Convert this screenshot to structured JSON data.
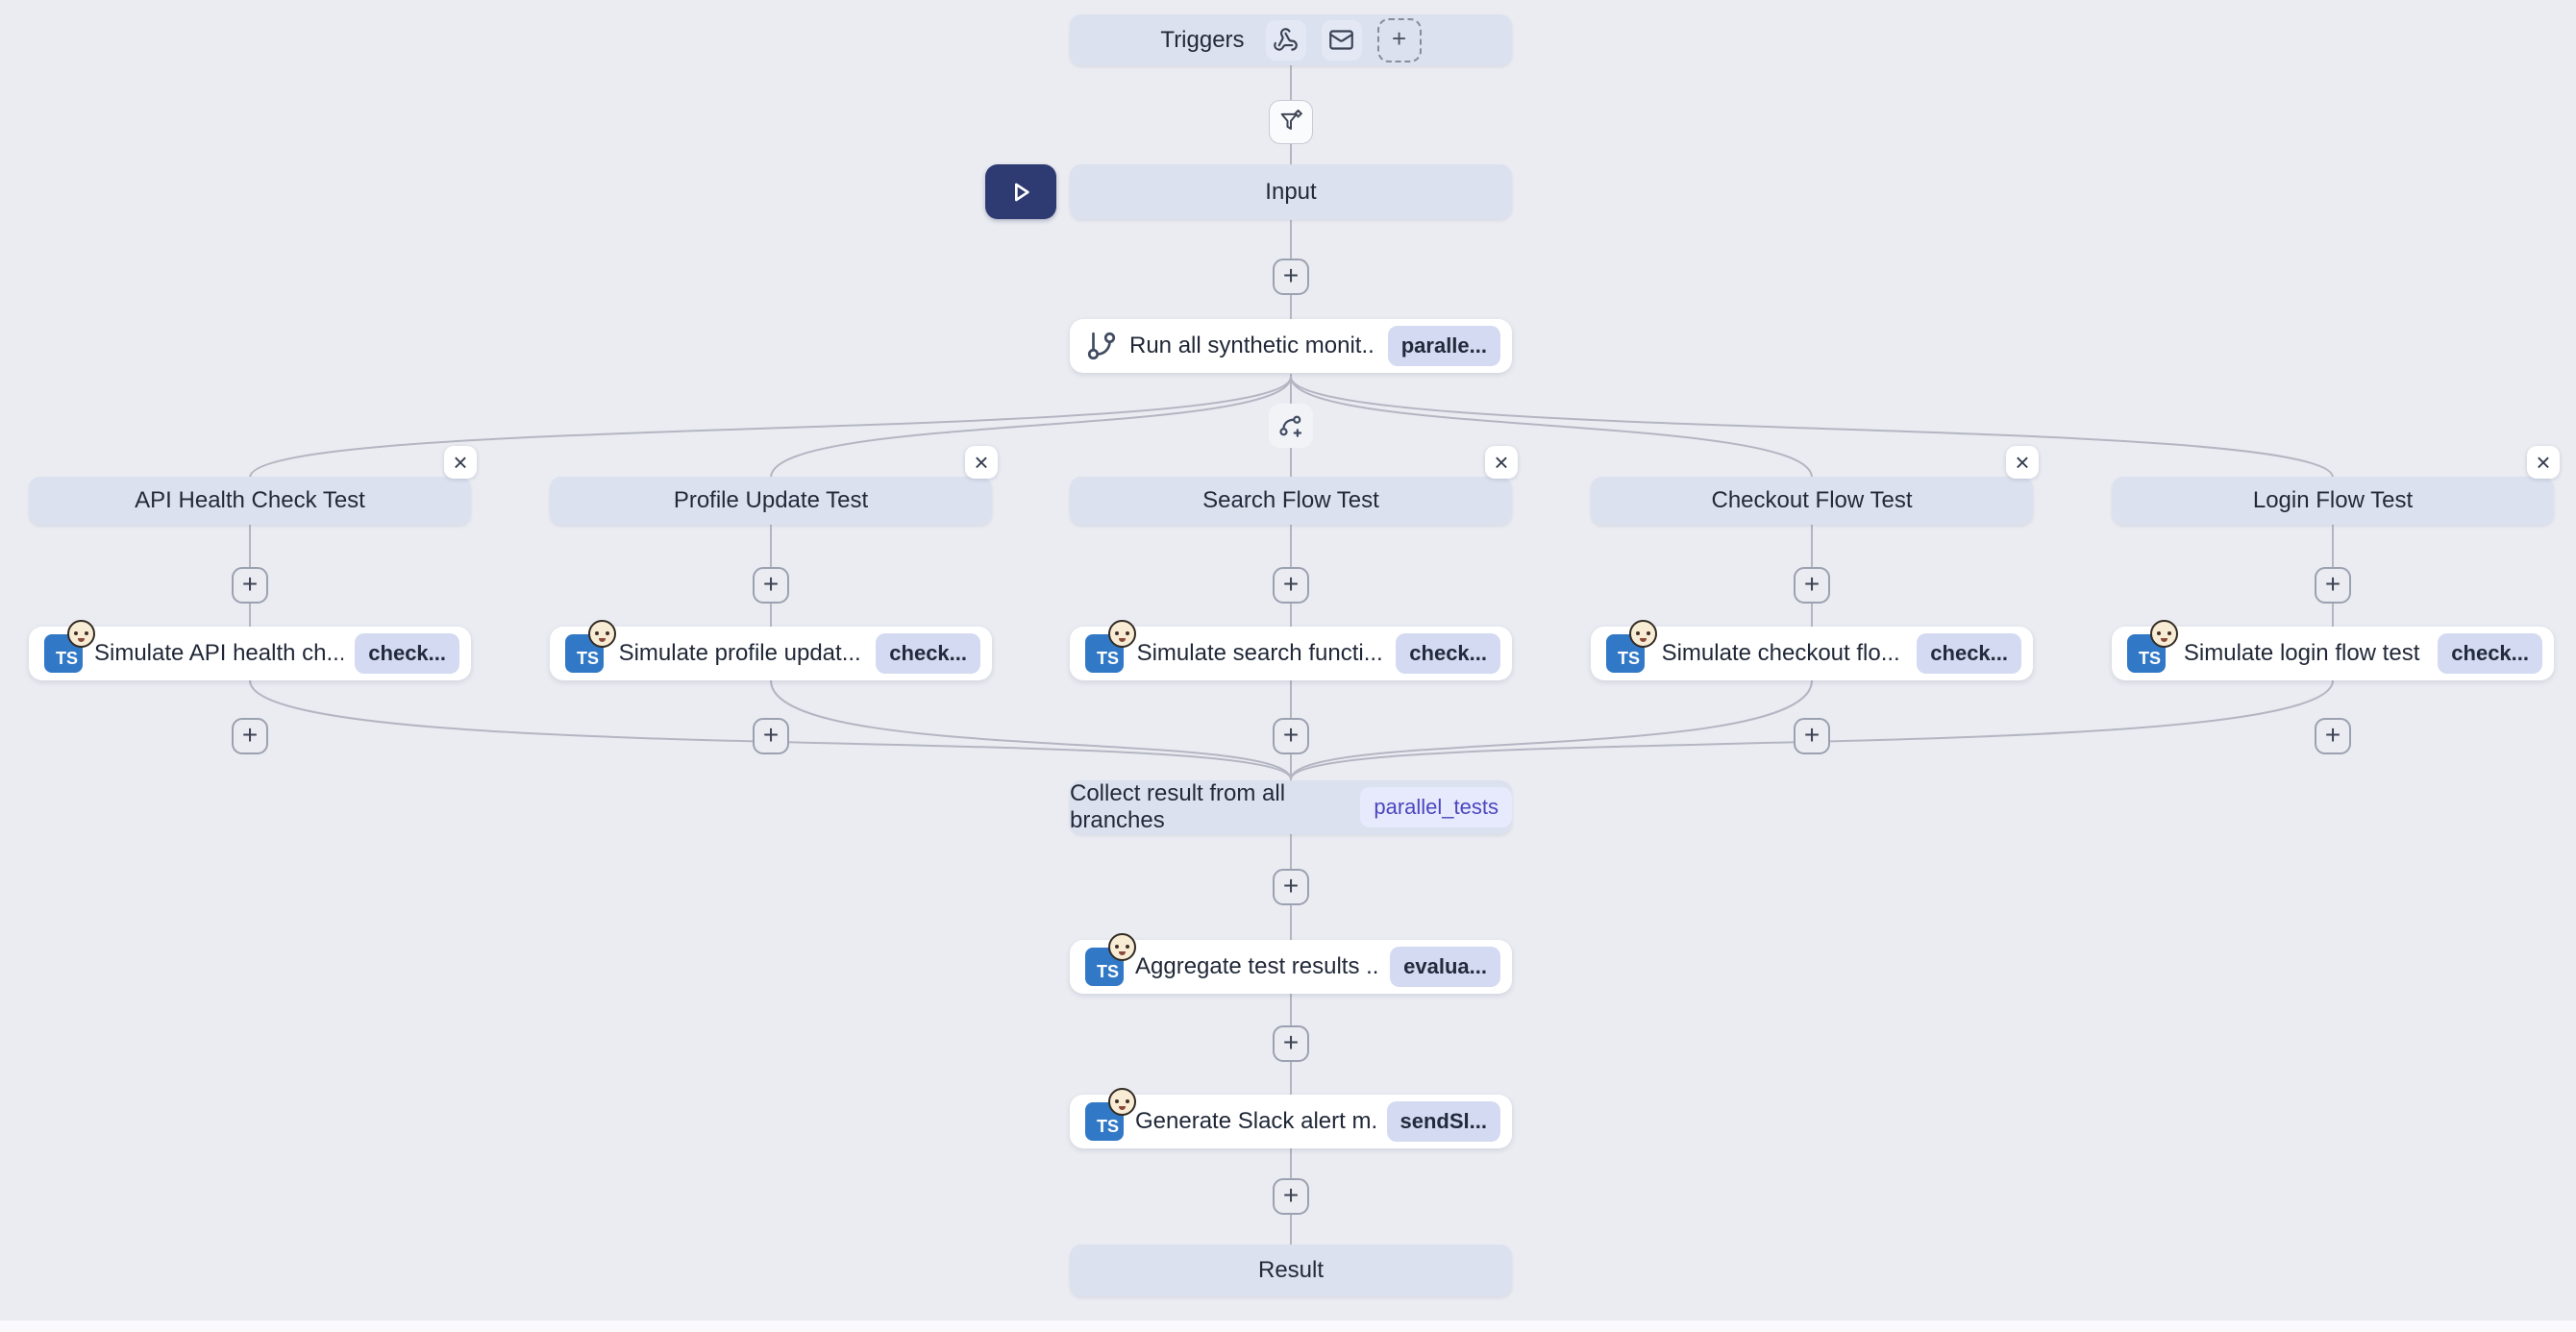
{
  "colors": {
    "canvas_bg": "#ebecf2",
    "soft_node_bg": "#dbe1ef",
    "white_node_bg": "#ffffff",
    "badge_bg": "#d3daf1",
    "badge_text": "#222b3d",
    "fn_badge_bg": "#e7e9fc",
    "fn_badge_text": "#4b46c0",
    "play_button_bg": "#2e3a72",
    "edge_color": "#b3b6c2",
    "ts_icon_bg": "#3178c6"
  },
  "glyphs": {
    "plus": "+",
    "close": "×",
    "ts_logo": "TS"
  },
  "triggers": {
    "label": "Triggers"
  },
  "input": {
    "label": "Input"
  },
  "run_step": {
    "label": "Run all synthetic monit...",
    "badge": "paralle..."
  },
  "branches": [
    {
      "title": "API Health Check Test",
      "step": {
        "label": "Simulate API health ch...",
        "badge": "check..."
      }
    },
    {
      "title": "Profile Update Test",
      "step": {
        "label": "Simulate profile updat...",
        "badge": "check..."
      }
    },
    {
      "title": "Search Flow Test",
      "step": {
        "label": "Simulate search functi...",
        "badge": "check..."
      }
    },
    {
      "title": "Checkout Flow Test",
      "step": {
        "label": "Simulate checkout flo...",
        "badge": "check..."
      }
    },
    {
      "title": "Login Flow Test",
      "step": {
        "label": "Simulate login flow test",
        "badge": "check..."
      }
    }
  ],
  "collect_step": {
    "label": "Collect result from all branches",
    "badge": "parallel_tests"
  },
  "aggregate_step": {
    "label": "Aggregate test results ...",
    "badge": "evalua..."
  },
  "slack_step": {
    "label": "Generate Slack alert m...",
    "badge": "sendSl..."
  },
  "result": {
    "label": "Result"
  }
}
